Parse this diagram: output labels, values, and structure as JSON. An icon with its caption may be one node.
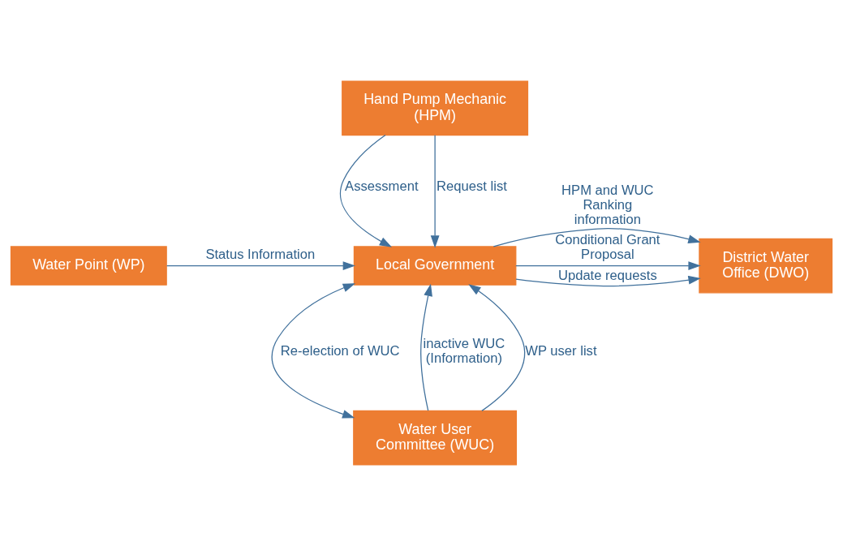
{
  "diagram": {
    "nodes": [
      {
        "text": [
          "Hand Pump Mechanic (HPM)"
        ]
      },
      {
        "text": [
          "District Water Office (DWO)"
        ]
      },
      {
        "text": [
          "Local Government"
        ]
      },
      {
        "text": [
          "Water Point (WP)"
        ]
      },
      {
        "text": [
          "Water User Committee (WUC)"
        ]
      }
    ],
    "edges": [
      {
        "from": 0,
        "to": 2,
        "arrow": "to",
        "label": "Assessment"
      },
      {
        "from": 0,
        "to": 2,
        "arrow": "to",
        "label": "Request list"
      },
      {
        "from": 2,
        "to": 1,
        "arrow": "to",
        "label": "Update requests"
      },
      {
        "from": 2,
        "to": 1,
        "arrow": "to",
        "label": "Conditional Grant Proposal"
      },
      {
        "from": 2,
        "to": 1,
        "arrow": "to",
        "label": "HPM and WUC Ranking information"
      },
      {
        "from": 3,
        "to": 2,
        "arrow": "to",
        "label": "Status Information"
      },
      {
        "from": 4,
        "to": 2,
        "arrow": "to",
        "label": "inactive WUC (Information)"
      },
      {
        "from": 2,
        "to": 4,
        "arrow": "both",
        "label": "Re-election of WUC"
      },
      {
        "from": 4,
        "to": 2,
        "arrow": "to",
        "label": "WP user list"
      }
    ]
  }
}
